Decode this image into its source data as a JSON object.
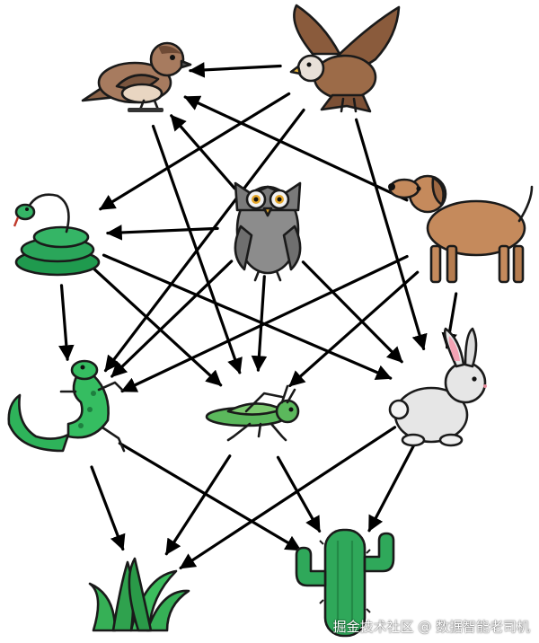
{
  "watermark": "掘金技术社区 @ 数据智能老司机",
  "colors": {
    "arrow": "#000000",
    "bird": "#a77b5f",
    "eagle": "#9c6b48",
    "owl": "#8c8c8c",
    "dog": "#c58a5c",
    "snake": "#2aa65a",
    "lizard": "#2eb35a",
    "grasshopper": "#5bb85c",
    "rabbit": "#e6e6e6",
    "grass": "#36b056",
    "cactus": "#2fa85a"
  },
  "nodes": [
    {
      "id": "sparrow",
      "icon": "sparrow-icon"
    },
    {
      "id": "eagle",
      "icon": "eagle-icon"
    },
    {
      "id": "owl",
      "icon": "owl-icon"
    },
    {
      "id": "dog",
      "icon": "dog-icon"
    },
    {
      "id": "snake",
      "icon": "snake-icon"
    },
    {
      "id": "lizard",
      "icon": "lizard-icon"
    },
    {
      "id": "grasshopper",
      "icon": "grasshopper-icon"
    },
    {
      "id": "rabbit",
      "icon": "rabbit-icon"
    },
    {
      "id": "grass",
      "icon": "grass-icon"
    },
    {
      "id": "cactus",
      "icon": "cactus-icon"
    }
  ],
  "edges": [
    {
      "from": "eagle",
      "to": "sparrow"
    },
    {
      "from": "dog",
      "to": "sparrow"
    },
    {
      "from": "owl",
      "to": "sparrow"
    },
    {
      "from": "eagle",
      "to": "snake"
    },
    {
      "from": "eagle",
      "to": "lizard"
    },
    {
      "from": "eagle",
      "to": "rabbit"
    },
    {
      "from": "owl",
      "to": "snake"
    },
    {
      "from": "owl",
      "to": "lizard"
    },
    {
      "from": "owl",
      "to": "grasshopper"
    },
    {
      "from": "owl",
      "to": "rabbit"
    },
    {
      "from": "sparrow",
      "to": "grasshopper"
    },
    {
      "from": "dog",
      "to": "lizard"
    },
    {
      "from": "dog",
      "to": "grasshopper"
    },
    {
      "from": "dog",
      "to": "rabbit"
    },
    {
      "from": "snake",
      "to": "lizard"
    },
    {
      "from": "snake",
      "to": "grasshopper"
    },
    {
      "from": "snake",
      "to": "rabbit"
    },
    {
      "from": "lizard",
      "to": "grass"
    },
    {
      "from": "lizard",
      "to": "cactus"
    },
    {
      "from": "grasshopper",
      "to": "grass"
    },
    {
      "from": "grasshopper",
      "to": "cactus"
    },
    {
      "from": "rabbit",
      "to": "grass"
    },
    {
      "from": "rabbit",
      "to": "cactus"
    }
  ]
}
